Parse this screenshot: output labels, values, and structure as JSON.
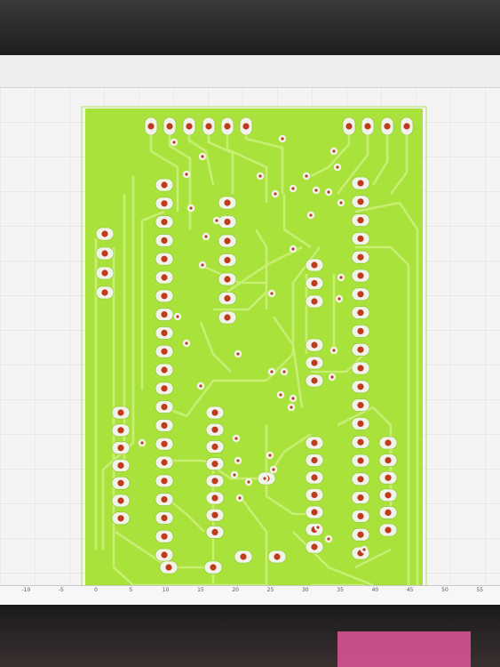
{
  "app": {
    "title": ""
  },
  "board": {
    "substrate_color": "#a8e23a",
    "trace_color": "#c8ee74",
    "pad_color": "#f0f4e8",
    "drill_color": "#c23a1e"
  },
  "ruler": {
    "ticks": [
      "-10",
      "-5",
      "0",
      "5",
      "10",
      "15",
      "20",
      "25",
      "30",
      "35",
      "40",
      "45",
      "50",
      "55"
    ]
  }
}
